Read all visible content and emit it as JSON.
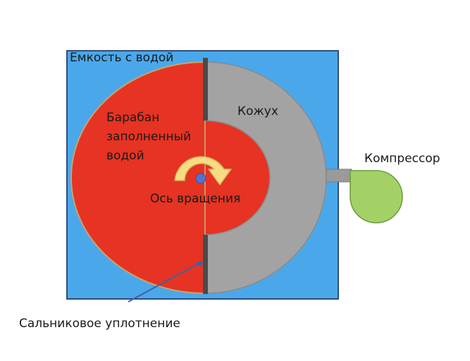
{
  "labels": {
    "tank": "Емкость с водой",
    "drum_line1": "Барабан",
    "drum_line2": "заполненный",
    "drum_line3": "водой",
    "casing": "Кожух",
    "compressor": "Компрессор",
    "axis": "Ось вращения",
    "seal": "Сальниковое уплотнение"
  },
  "colors": {
    "tank_fill": "#4aa8ea",
    "tank_border": "#2e4d7a",
    "drum_fill": "#e63323",
    "drum_edge": "#c9a46a",
    "casing_fill": "#a3a3a3",
    "casing_edge": "#8a8a8a",
    "seal_plate": "#4a4a4a",
    "compressor_fill": "#a3d166",
    "compressor_edge": "#6a9a3c",
    "pipe_fill": "#9a9a9a",
    "arrow_fill": "#f7dc82",
    "arrow_edge": "#d9b45a",
    "axis_dot": "#5572c9",
    "leader_line": "#4060a8",
    "text": "#1a1a1a"
  }
}
